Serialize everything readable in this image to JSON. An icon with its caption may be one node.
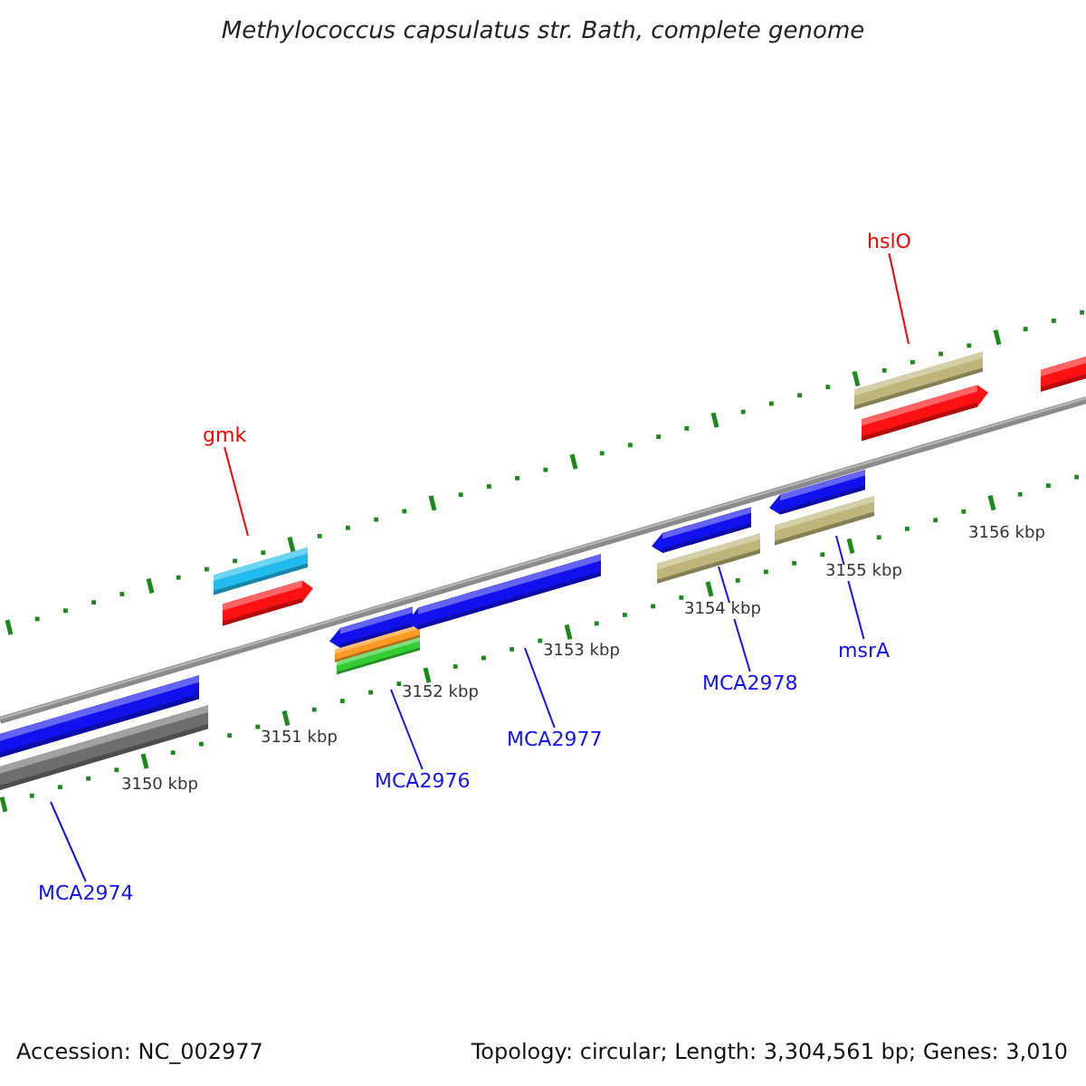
{
  "diagram": {
    "title": "Methylococcus capsulatus str. Bath, complete genome",
    "nodes": [
      {
        "text": [
          "gmk"
        ]
      },
      {
        "text": [],
        "shape": "bar"
      },
      {
        "text": [
          "hslO"
        ]
      },
      {
        "text": [],
        "shape": "bar"
      },
      {
        "text": [
          "MCA2974"
        ]
      },
      {
        "text": [],
        "shape": "bar"
      },
      {
        "text": [
          "MCA2976"
        ]
      },
      {
        "text": [],
        "shape": "bar"
      },
      {
        "text": [
          "MCA2977"
        ]
      },
      {
        "text": [],
        "shape": "bar"
      },
      {
        "text": [
          "MCA2978"
        ]
      },
      {
        "text": [],
        "shape": "bar"
      },
      {
        "text": [
          "msrA"
        ]
      },
      {
        "text": [],
        "shape": "bar"
      }
    ],
    "edges": [
      {
        "from": 0,
        "to": 1,
        "arrow": "none",
        "color": "#ff0000"
      },
      {
        "from": 2,
        "to": 3,
        "arrow": "none",
        "color": "#ff0000"
      },
      {
        "from": 4,
        "to": 5,
        "arrow": "none"
      },
      {
        "from": 6,
        "to": 7,
        "arrow": "none"
      },
      {
        "from": 8,
        "to": 9,
        "arrow": "none"
      },
      {
        "from": 10,
        "to": 11,
        "arrow": "none"
      },
      {
        "from": 12,
        "to": 13,
        "arrow": "none"
      }
    ],
    "labels": [
      "3150 kbp",
      "3151 kbp",
      "3152 kbp",
      "3153 kbp",
      "3154 kbp",
      "3155 kbp",
      "3156 kbp",
      "Accession: NC_002977",
      "Topology: circular; Length: 3,304,561 bp; Genes: 3,010"
    ]
  }
}
